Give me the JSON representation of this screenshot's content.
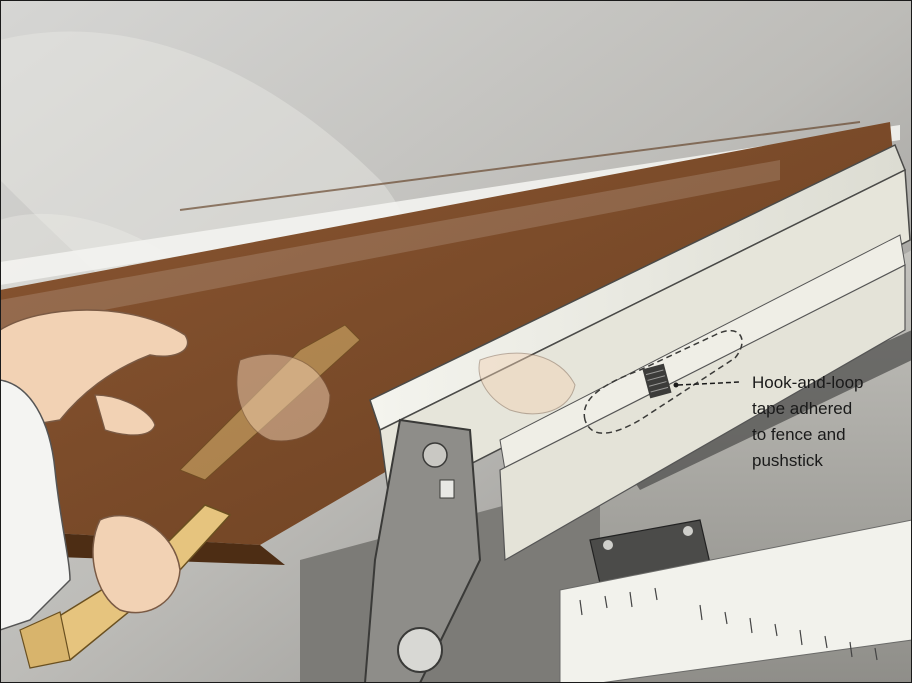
{
  "illustration": {
    "callout": {
      "lines": [
        "Hook-and-loop",
        "tape adhered",
        "to fence and",
        "pushstick"
      ]
    },
    "colors": {
      "board": "#7a4b2a",
      "board_edge": "#5a3518",
      "fence": "#e9e8df",
      "table": "#a9a8a2",
      "pushstick": "#e2c27a",
      "skin": "#f2d2b4",
      "background": "#bdbdbd"
    }
  }
}
